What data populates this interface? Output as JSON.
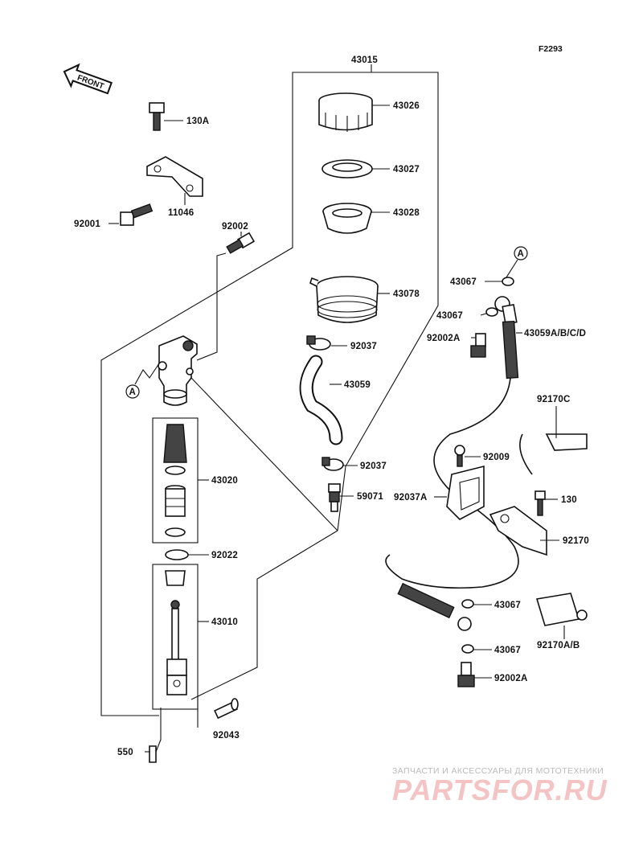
{
  "figure_id": "F2293",
  "front_label": "FRONT",
  "ref_marker": "A",
  "parts": {
    "p43015": "43015",
    "p43026": "43026",
    "p43027": "43027",
    "p43028": "43028",
    "p43078": "43078",
    "p92037a": "92037",
    "p43059": "43059",
    "p92037b": "92037",
    "p59071": "59071",
    "p130A": "130A",
    "p11046": "11046",
    "p92001": "92001",
    "p92002": "92002",
    "p43020": "43020",
    "p92022": "92022",
    "p43010": "43010",
    "p92043": "92043",
    "p550": "550",
    "p43067a": "43067",
    "p43067b": "43067",
    "p92002A_top": "92002A",
    "p43059ABCD": "43059A/B/C/D",
    "p92170C": "92170C",
    "p92009": "92009",
    "p92037A": "92037A",
    "p130": "130",
    "p92170": "92170",
    "p43067c": "43067",
    "p43067d": "43067",
    "p92170AB": "92170A/B",
    "p92002A_bot": "92002A"
  },
  "watermark": {
    "subtitle": "ЗАПЧАСТИ И АКСЕССУАРЫ ДЛЯ МОТОТЕХНИКИ",
    "brand": "PARTSFOR.RU"
  },
  "colors": {
    "ink": "#111111",
    "watermark": "#f4c4c4"
  }
}
